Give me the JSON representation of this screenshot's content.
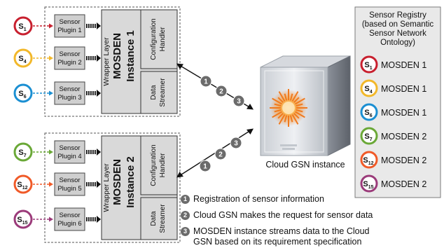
{
  "instances": [
    {
      "title_line1": "MOSDEN",
      "title_line2": "Instance 1",
      "wrapper": "Wrapper Layer",
      "config_line1": "Configuration",
      "config_line2": "Handler",
      "stream_line1": "Data",
      "stream_line2": "Streamer",
      "plugins": [
        {
          "line1": "Sensor",
          "line2": "Plugin 1",
          "sensor_main": "S",
          "sensor_sub": "1",
          "color": "#c8202f"
        },
        {
          "line1": "Sensor",
          "line2": "Plugin 2",
          "sensor_main": "S",
          "sensor_sub": "4",
          "color": "#f2b82a"
        },
        {
          "line1": "Sensor",
          "line2": "Plugin 3",
          "sensor_main": "S",
          "sensor_sub": "6",
          "color": "#1b8fd2"
        }
      ]
    },
    {
      "title_line1": "MOSDEN",
      "title_line2": "Instance 2",
      "wrapper": "Wrapper Layer",
      "config_line1": "Configuration",
      "config_line2": "Handler",
      "stream_line1": "Data",
      "stream_line2": "Streamer",
      "plugins": [
        {
          "line1": "Sensor",
          "line2": "Plugin 4",
          "sensor_main": "S",
          "sensor_sub": "7",
          "color": "#6aa837"
        },
        {
          "line1": "Sensor",
          "line2": "Plugin 5",
          "sensor_main": "S",
          "sensor_sub": "12",
          "color": "#f05a28"
        },
        {
          "line1": "Sensor",
          "line2": "Plugin 6",
          "sensor_main": "S",
          "sensor_sub": "15",
          "color": "#9b3b7a"
        }
      ]
    }
  ],
  "arrow_steps": [
    "1",
    "2",
    "3"
  ],
  "server_label": "Cloud GSN instance",
  "registry": {
    "title_lines": [
      "Sensor Registry",
      "(based on Semantic",
      "Sensor Network",
      "Ontology)"
    ],
    "rows": [
      {
        "sensor_main": "S",
        "sensor_sub": "1",
        "instance": "MOSDEN 1",
        "color": "#c8202f"
      },
      {
        "sensor_main": "S",
        "sensor_sub": "4",
        "instance": "MOSDEN 1",
        "color": "#f2b82a"
      },
      {
        "sensor_main": "S",
        "sensor_sub": "6",
        "instance": "MOSDEN 1",
        "color": "#1b8fd2"
      },
      {
        "sensor_main": "S",
        "sensor_sub": "7",
        "instance": "MOSDEN 2",
        "color": "#6aa837"
      },
      {
        "sensor_main": "S",
        "sensor_sub": "12",
        "instance": "MOSDEN 2",
        "color": "#f05a28"
      },
      {
        "sensor_main": "S",
        "sensor_sub": "15",
        "instance": "MOSDEN 2",
        "color": "#9b3b7a"
      }
    ]
  },
  "legend": [
    {
      "num": "1",
      "text": "Registration of sensor information"
    },
    {
      "num": "2",
      "text": "Cloud GSN makes the request for sensor data"
    },
    {
      "num": "3",
      "text": "MOSDEN instance streams data to the Cloud",
      "text2": "GSN based on its requirement specification"
    }
  ],
  "colors": {
    "panel_fill": "#d9d9d9",
    "plugin_fill": "#cfcfcf",
    "registry_fill": "#e9e9e9",
    "badge_fill": "#6b6b6b",
    "starburst": "#f07a1e"
  },
  "icons": [
    "server-icon",
    "sensor-icon",
    "step-number-icon",
    "connector-arrow-icon"
  ]
}
